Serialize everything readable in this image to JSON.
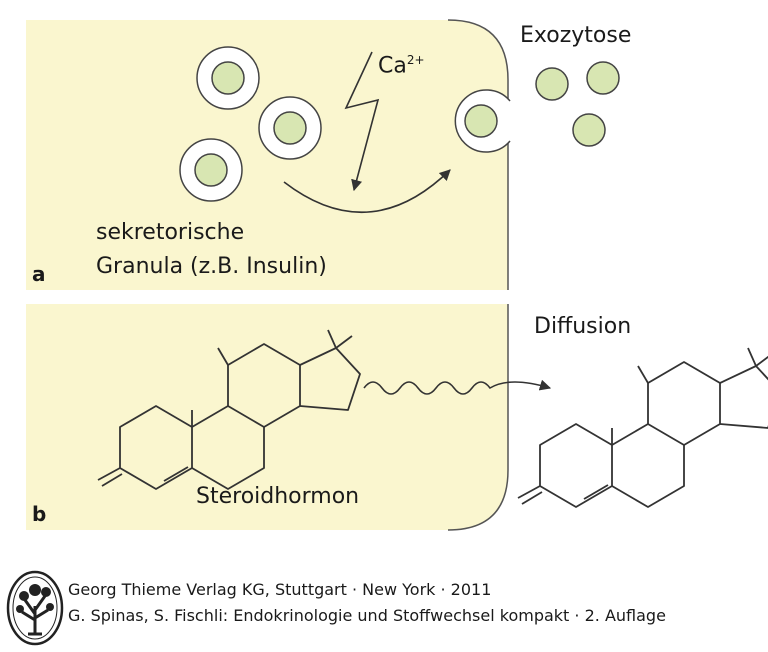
{
  "colors": {
    "cell_fill": "#faf6cf",
    "granule_core": "#d8e6b2",
    "stroke": "#333333"
  },
  "panel_a": {
    "letter": "a",
    "exocytosis_label": "Exozytose",
    "calcium_label": "Ca",
    "calcium_charge": "2+",
    "granule_label_line1": "sekretorische",
    "granule_label_line2": "Granula (z.B. Insulin)"
  },
  "panel_b": {
    "letter": "b",
    "diffusion_label": "Diffusion",
    "steroid_label": "Steroidhormon"
  },
  "footer": {
    "publisher_line": "Georg Thieme Verlag KG, Stuttgart · New York · 2011",
    "book_line": "G. Spinas, S. Fischli: Endokrinologie und Stoffwechsel kompakt · 2. Auflage",
    "logo_icon": "tree-seal-icon"
  }
}
